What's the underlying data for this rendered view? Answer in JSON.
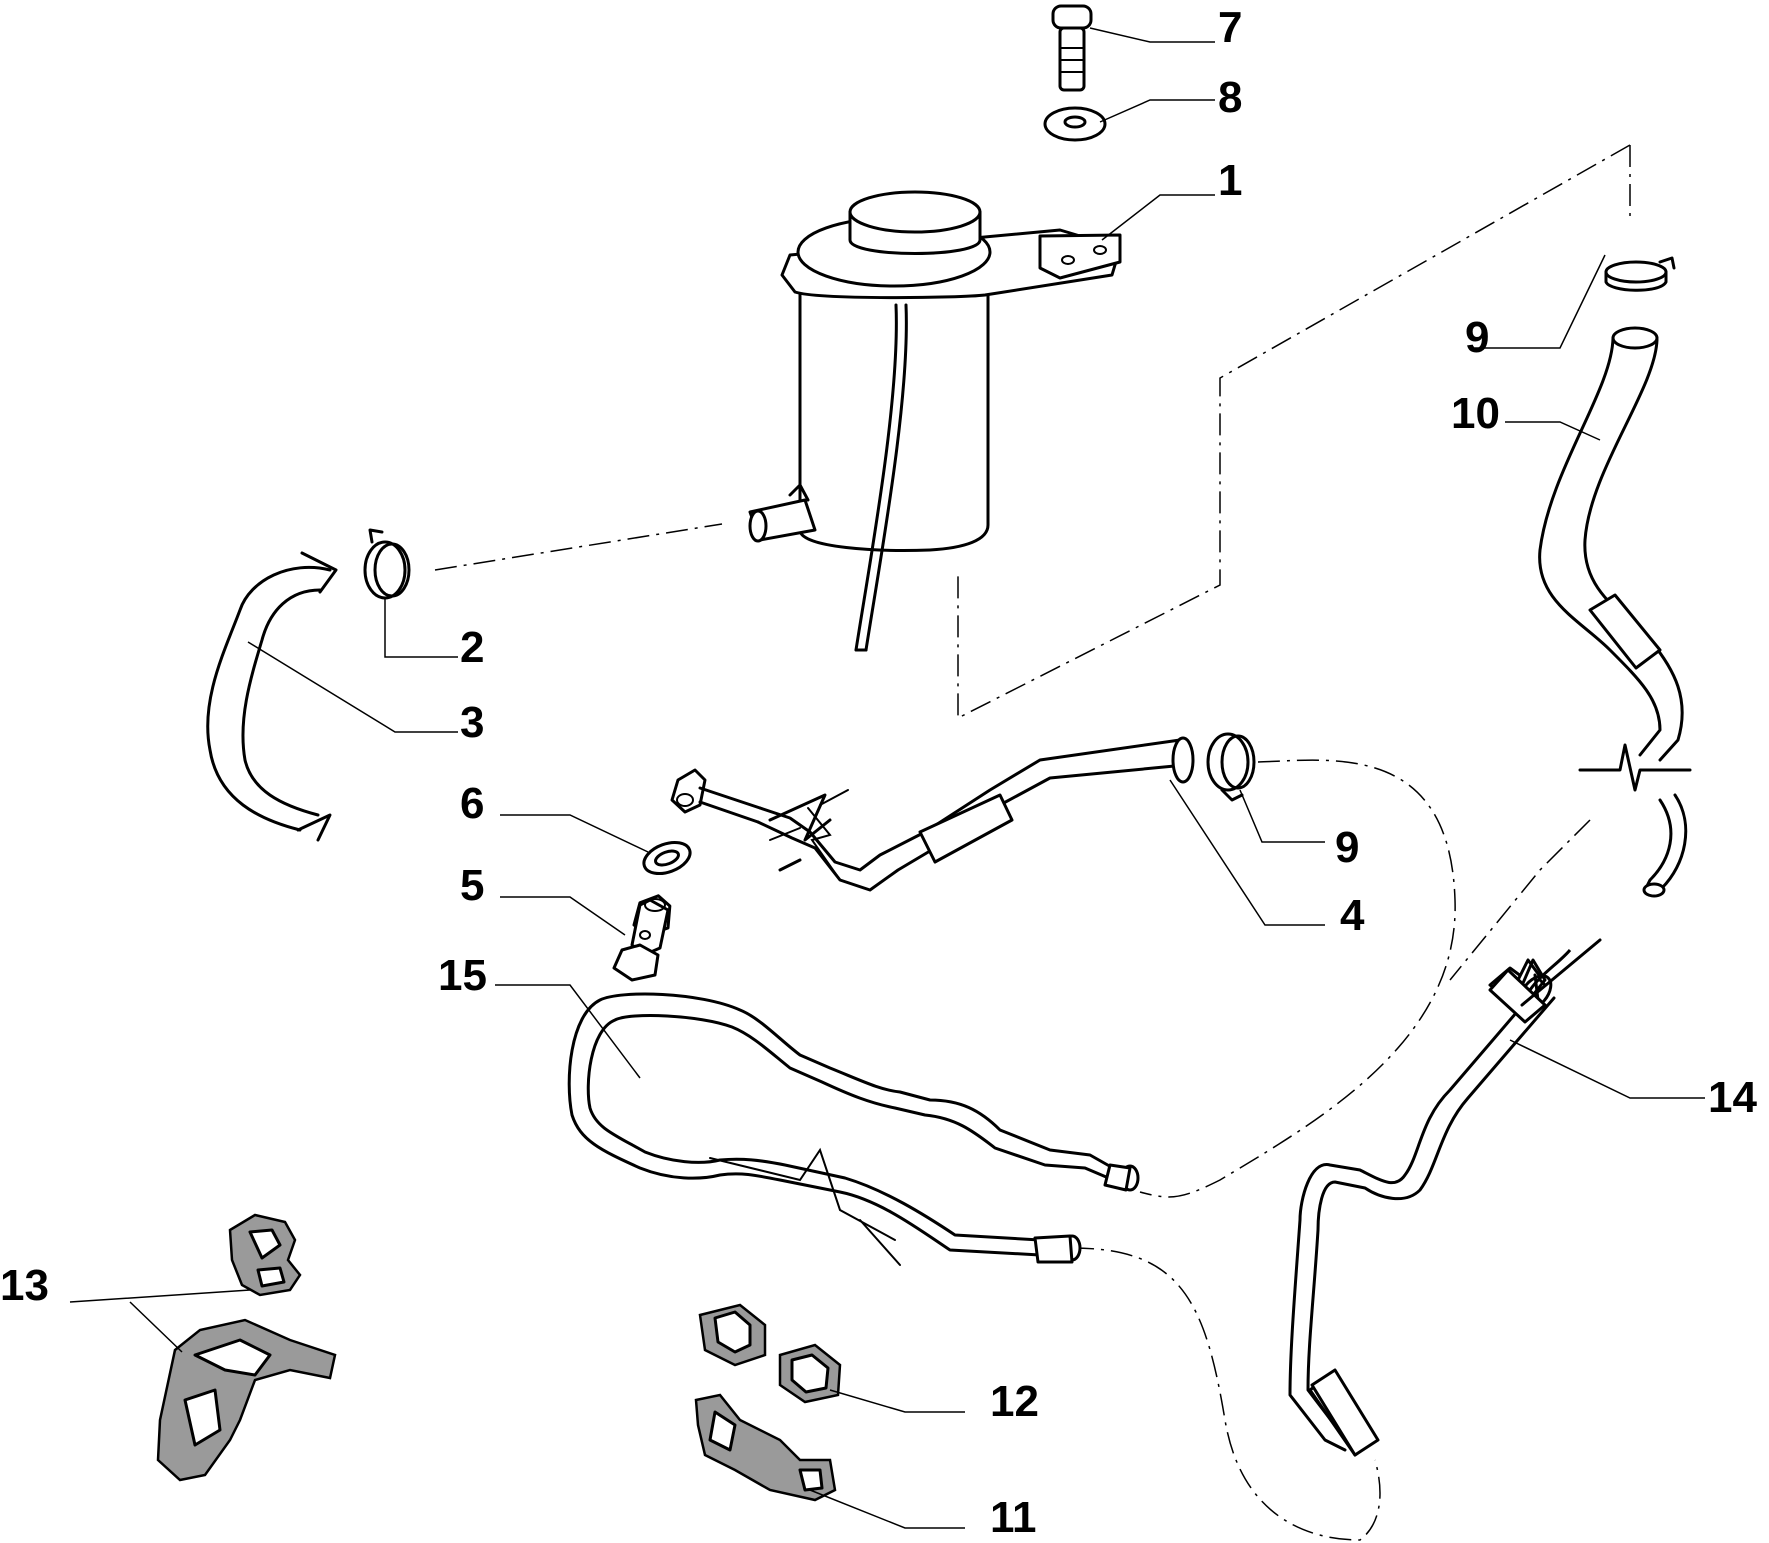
{
  "diagram": {
    "type": "exploded-parts-diagram",
    "line_color": "#000000",
    "background": "#ffffff",
    "callouts": [
      {
        "id": "c1",
        "label": "1",
        "part": "reservoir"
      },
      {
        "id": "c2",
        "label": "2",
        "part": "hose-clamp"
      },
      {
        "id": "c3",
        "label": "3",
        "part": "hose"
      },
      {
        "id": "c4",
        "label": "4",
        "part": "hose"
      },
      {
        "id": "c5",
        "label": "5",
        "part": "banjo-bolt"
      },
      {
        "id": "c6",
        "label": "6",
        "part": "washer"
      },
      {
        "id": "c7",
        "label": "7",
        "part": "bolt"
      },
      {
        "id": "c8",
        "label": "8",
        "part": "washer"
      },
      {
        "id": "c9a",
        "label": "9",
        "part": "hose-clamp"
      },
      {
        "id": "c9b",
        "label": "9",
        "part": "hose-clamp"
      },
      {
        "id": "c10",
        "label": "10",
        "part": "hose"
      },
      {
        "id": "c11",
        "label": "11",
        "part": "bracket"
      },
      {
        "id": "c12",
        "label": "12",
        "part": "rubber-bushing"
      },
      {
        "id": "c13",
        "label": "13",
        "part": "bracket"
      },
      {
        "id": "c14",
        "label": "14",
        "part": "pipe"
      },
      {
        "id": "c15",
        "label": "15",
        "part": "pipe"
      }
    ]
  }
}
